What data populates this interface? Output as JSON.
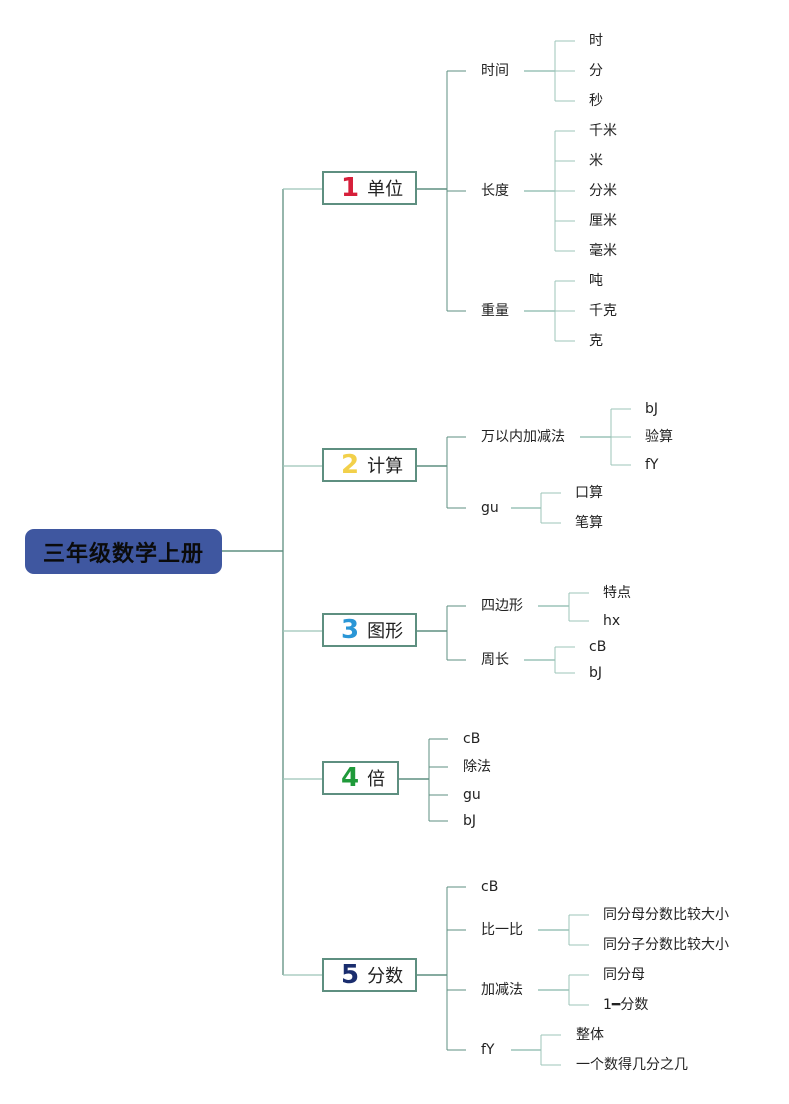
{
  "root": {
    "title": "三年级数学上册"
  },
  "branches": [
    {
      "num": "1",
      "label": "单位",
      "color": "#d61f3a",
      "children": [
        {
          "label": "时间",
          "children": [
            "时",
            "分",
            "秒"
          ]
        },
        {
          "label": "长度",
          "children": [
            "千米",
            "米",
            "分米",
            "厘米",
            "毫米"
          ]
        },
        {
          "label": "重量",
          "children": [
            "吨",
            "千克",
            "克"
          ]
        }
      ]
    },
    {
      "num": "2",
      "label": "计算",
      "color": "#f2d04a",
      "children": [
        {
          "label": "万以内加减法",
          "children": [
            "bJ",
            "验算",
            "fY"
          ]
        },
        {
          "label": "gu",
          "children": [
            "口算",
            "笔算"
          ]
        }
      ]
    },
    {
      "num": "3",
      "label": "图形",
      "color": "#2a96d6",
      "children": [
        {
          "label": "四边形",
          "children": [
            "特点",
            "hx"
          ]
        },
        {
          "label": "周长",
          "children": [
            "cB",
            "bJ"
          ]
        }
      ]
    },
    {
      "num": "4",
      "label": "倍",
      "color": "#1f9a3a",
      "children": [
        {
          "label": "cB"
        },
        {
          "label": "除法"
        },
        {
          "label": "gu"
        },
        {
          "label": "bJ"
        }
      ]
    },
    {
      "num": "5",
      "label": "分数",
      "color": "#1a2d6e",
      "children": [
        {
          "label": "cB"
        },
        {
          "label": "比一比",
          "children": [
            "同分母分数比较大小",
            "同分子分数比较大小"
          ]
        },
        {
          "label": "加减法",
          "children": [
            "同分母",
            "1━分数"
          ]
        },
        {
          "label": "fY",
          "children": [
            "整体",
            "一个数得几分之几"
          ]
        }
      ]
    }
  ]
}
